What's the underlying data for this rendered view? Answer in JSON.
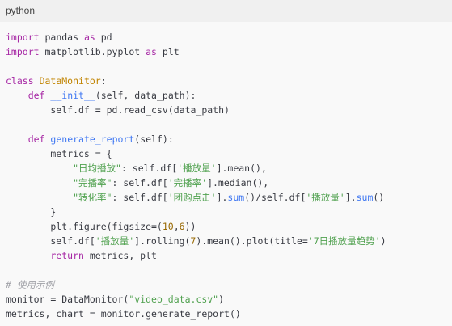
{
  "code_block": {
    "language": "python",
    "colors": {
      "header_background": "#f0f0f0",
      "code_background": "#f9f9f9",
      "keyword": "#a626a4",
      "class_name": "#c18401",
      "function_name": "#4078f2",
      "string": "#50a14f",
      "number": "#986801",
      "comment": "#a0a1a7",
      "plain": "#383a42"
    },
    "lines": [
      [
        {
          "t": "keyword",
          "v": "import"
        },
        {
          "t": "plain",
          "v": " pandas "
        },
        {
          "t": "keyword",
          "v": "as"
        },
        {
          "t": "plain",
          "v": " pd"
        }
      ],
      [
        {
          "t": "keyword",
          "v": "import"
        },
        {
          "t": "plain",
          "v": " matplotlib.pyplot "
        },
        {
          "t": "keyword",
          "v": "as"
        },
        {
          "t": "plain",
          "v": " plt"
        }
      ],
      [],
      [
        {
          "t": "keyword",
          "v": "class"
        },
        {
          "t": "plain",
          "v": " "
        },
        {
          "t": "class",
          "v": "DataMonitor"
        },
        {
          "t": "plain",
          "v": ":"
        }
      ],
      [
        {
          "t": "plain",
          "v": "    "
        },
        {
          "t": "keyword",
          "v": "def"
        },
        {
          "t": "plain",
          "v": " "
        },
        {
          "t": "function",
          "v": "__init__"
        },
        {
          "t": "plain",
          "v": "(self, data_path):"
        }
      ],
      [
        {
          "t": "plain",
          "v": "        self.df = pd.read_csv(data_path)"
        }
      ],
      [],
      [
        {
          "t": "plain",
          "v": "    "
        },
        {
          "t": "keyword",
          "v": "def"
        },
        {
          "t": "plain",
          "v": " "
        },
        {
          "t": "function",
          "v": "generate_report"
        },
        {
          "t": "plain",
          "v": "(self):"
        }
      ],
      [
        {
          "t": "plain",
          "v": "        metrics = {"
        }
      ],
      [
        {
          "t": "plain",
          "v": "            "
        },
        {
          "t": "string",
          "v": "\"日均播放\""
        },
        {
          "t": "plain",
          "v": ": self.df["
        },
        {
          "t": "string",
          "v": "'播放量'"
        },
        {
          "t": "plain",
          "v": "].mean(),"
        }
      ],
      [
        {
          "t": "plain",
          "v": "            "
        },
        {
          "t": "string",
          "v": "\"完播率\""
        },
        {
          "t": "plain",
          "v": ": self.df["
        },
        {
          "t": "string",
          "v": "'完播率'"
        },
        {
          "t": "plain",
          "v": "].median(),"
        }
      ],
      [
        {
          "t": "plain",
          "v": "            "
        },
        {
          "t": "string",
          "v": "\"转化率\""
        },
        {
          "t": "plain",
          "v": ": self.df["
        },
        {
          "t": "string",
          "v": "'团购点击'"
        },
        {
          "t": "plain",
          "v": "]."
        },
        {
          "t": "function",
          "v": "sum"
        },
        {
          "t": "plain",
          "v": "()/self.df["
        },
        {
          "t": "string",
          "v": "'播放量'"
        },
        {
          "t": "plain",
          "v": "]."
        },
        {
          "t": "function",
          "v": "sum"
        },
        {
          "t": "plain",
          "v": "()"
        }
      ],
      [
        {
          "t": "plain",
          "v": "        }"
        }
      ],
      [
        {
          "t": "plain",
          "v": "        plt.figure(figsize=("
        },
        {
          "t": "number",
          "v": "10"
        },
        {
          "t": "plain",
          "v": ","
        },
        {
          "t": "number",
          "v": "6"
        },
        {
          "t": "plain",
          "v": "))"
        }
      ],
      [
        {
          "t": "plain",
          "v": "        self.df["
        },
        {
          "t": "string",
          "v": "'播放量'"
        },
        {
          "t": "plain",
          "v": "].rolling("
        },
        {
          "t": "number",
          "v": "7"
        },
        {
          "t": "plain",
          "v": ").mean().plot(title="
        },
        {
          "t": "string",
          "v": "'7日播放量趋势'"
        },
        {
          "t": "plain",
          "v": ")"
        }
      ],
      [
        {
          "t": "plain",
          "v": "        "
        },
        {
          "t": "keyword",
          "v": "return"
        },
        {
          "t": "plain",
          "v": " metrics, plt"
        }
      ],
      [],
      [
        {
          "t": "comment",
          "v": "# 使用示例"
        }
      ],
      [
        {
          "t": "plain",
          "v": "monitor = DataMonitor("
        },
        {
          "t": "string",
          "v": "\"video_data.csv\""
        },
        {
          "t": "plain",
          "v": ")"
        }
      ],
      [
        {
          "t": "plain",
          "v": "metrics, chart = monitor.generate_report()"
        }
      ]
    ]
  }
}
